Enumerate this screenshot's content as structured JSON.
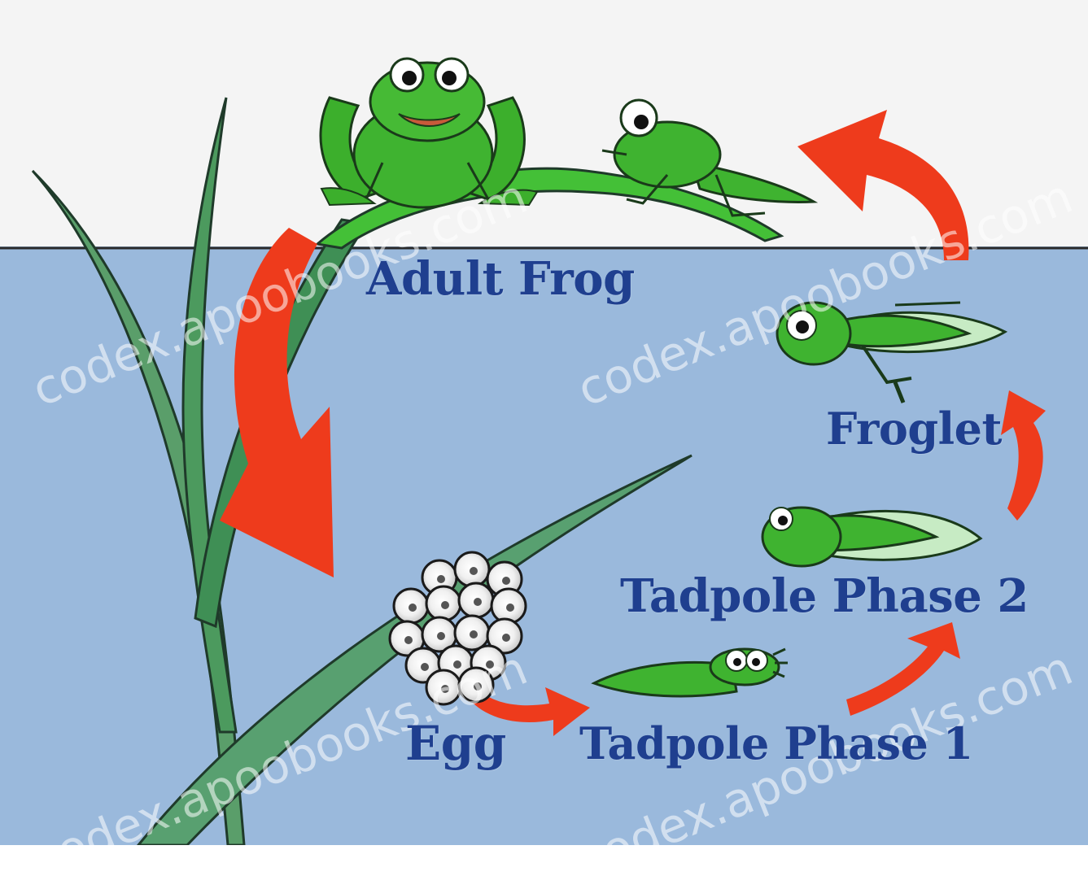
{
  "stages": {
    "adult_frog": "Adult Frog",
    "froglet": "Froglet",
    "tadpole_phase_2": "Tadpole Phase 2",
    "tadpole_phase_1": "Tadpole Phase 1",
    "egg": "Egg"
  },
  "watermark": "codex.apoobooks.com",
  "colors": {
    "sky": "#f4f4f4",
    "water": "#9ab9dc",
    "label": "#1f3f8f",
    "arrow": "#ee3b1c",
    "frog_green": "#3fae2f",
    "plant_green": "#4fa05a"
  },
  "icons": [
    "adult-frog-icon",
    "froglet-icon",
    "tadpole-phase-2-icon",
    "tadpole-phase-1-icon",
    "egg-cluster-icon"
  ]
}
